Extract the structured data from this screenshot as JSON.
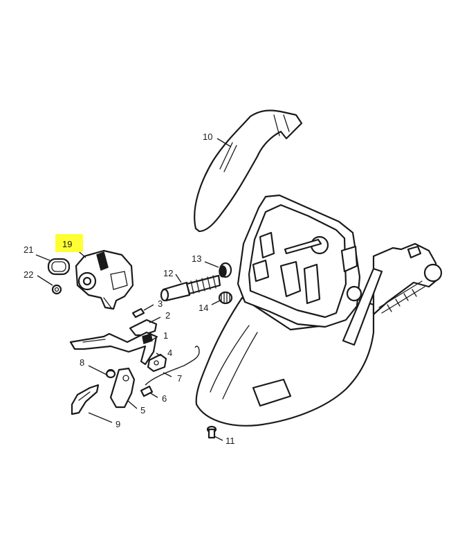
{
  "highlight_color": "#ffff33",
  "labels": {
    "p1": "1",
    "p2": "2",
    "p3": "3",
    "p4": "4",
    "p5": "5",
    "p6": "6",
    "p7": "7",
    "p8": "8",
    "p9": "9",
    "p10": "10",
    "p11": "11",
    "p12": "12",
    "p13": "13",
    "p14": "14",
    "p19": "19",
    "p21": "21",
    "p22": "22"
  },
  "highlighted_part": "19"
}
